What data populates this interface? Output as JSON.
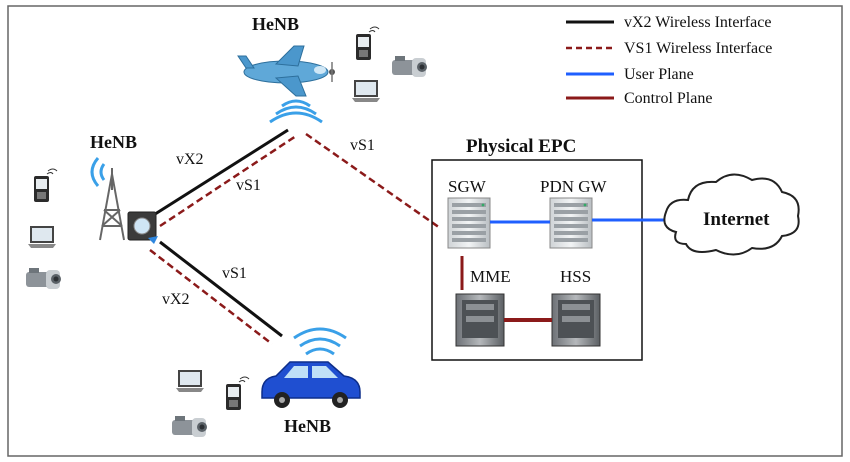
{
  "nodes": {
    "henb_top": "HeNB",
    "henb_left": "HeNB",
    "henb_bottom": "HeNB",
    "epc_title": "Physical EPC",
    "sgw": "SGW",
    "pdn_gw": "PDN GW",
    "mme": "MME",
    "hss": "HSS",
    "internet": "Internet"
  },
  "links": {
    "vx2_upper": "vX2",
    "vs1_upper": "vS1",
    "vs1_top_epc": "vS1",
    "vs1_lower": "vS1",
    "vx2_lower": "vX2"
  },
  "legend": [
    {
      "label": "vX2 Wireless Interface",
      "color": "#111111",
      "style": "solid"
    },
    {
      "label": "VS1 Wireless Interface",
      "color": "#8b1a1a",
      "style": "dashed"
    },
    {
      "label": "User Plane",
      "color": "#1f5fff",
      "style": "solid"
    },
    {
      "label": "Control Plane",
      "color": "#8b1a1a",
      "style": "solid"
    }
  ],
  "icons": {
    "plane": "airplane-icon",
    "car": "car-icon",
    "tower": "cell-tower-icon",
    "phone": "mobile-phone-icon",
    "laptop": "laptop-icon",
    "camera": "video-camera-icon",
    "server": "server-icon",
    "cloud": "cloud-icon",
    "wifi": "wireless-signal-icon"
  }
}
